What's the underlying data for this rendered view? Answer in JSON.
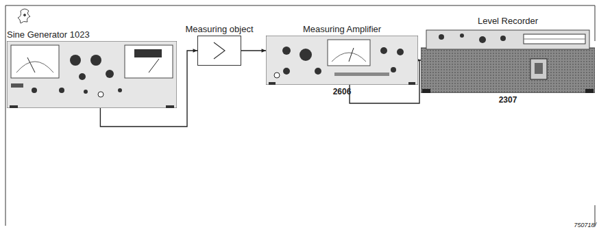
{
  "diagram": {
    "nodes": [
      {
        "text": [
          "Sine Generator 1023"
        ]
      },
      {
        "text": [
          "Measuring object"
        ]
      },
      {
        "text": [
          "Measuring Amplifier",
          "2606"
        ]
      },
      {
        "text": [
          "Level Recorder",
          "2307"
        ]
      }
    ],
    "edges": [
      {
        "from": 0,
        "to": 1,
        "arrow": "to"
      },
      {
        "from": 1,
        "to": 2,
        "arrow": "to"
      },
      {
        "from": 2,
        "to": 3,
        "arrow": "to"
      }
    ],
    "labels": [
      "750718/"
    ]
  }
}
